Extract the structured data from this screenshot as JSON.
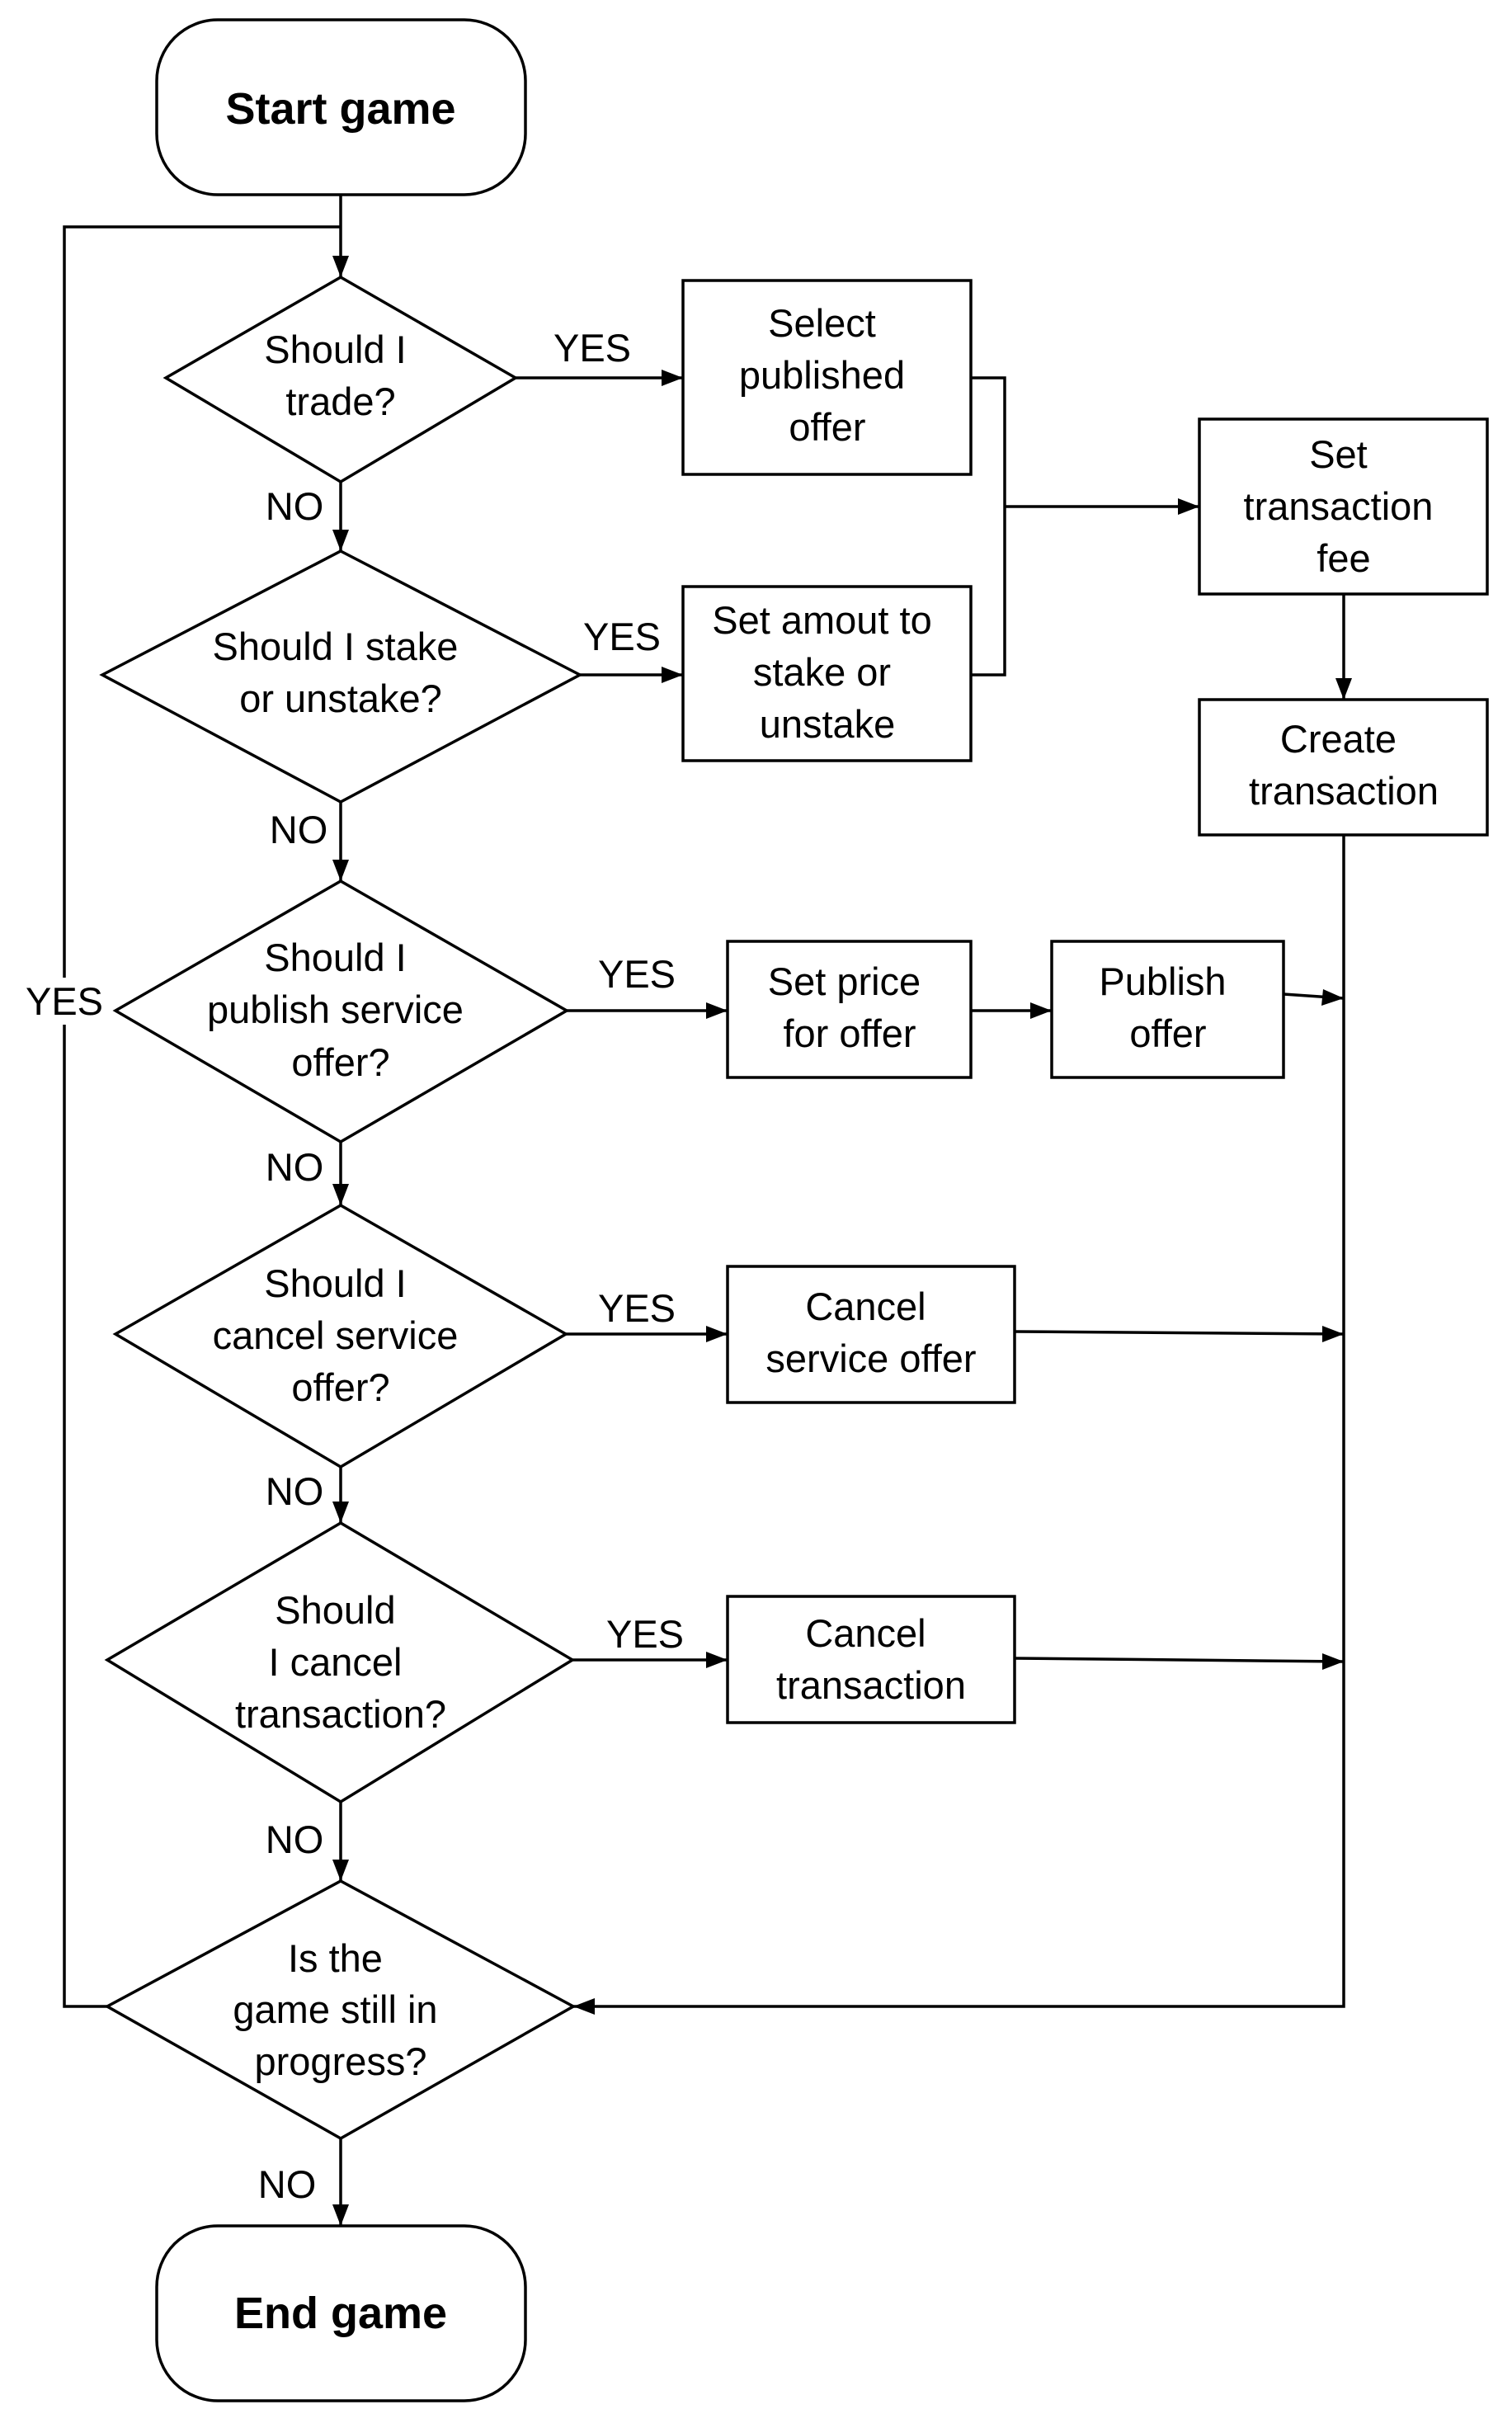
{
  "nodes": {
    "start": "Start game",
    "q_trade": [
      "Should I",
      "trade?"
    ],
    "q_stake": [
      "Should I stake",
      "or unstake?"
    ],
    "q_publish": [
      "Should I",
      "publish service",
      "offer?"
    ],
    "q_cancel_offer": [
      "Should I",
      "cancel service",
      "offer?"
    ],
    "q_cancel_tx": [
      "Should",
      "I cancel",
      "transaction?"
    ],
    "q_progress": [
      "Is the",
      "game still in",
      "progress?"
    ],
    "end": "End game",
    "select_offer": [
      "Select",
      "published",
      "offer"
    ],
    "set_amount": [
      "Set amout to",
      "stake or",
      "unstake"
    ],
    "set_fee": [
      "Set",
      "transaction",
      "fee"
    ],
    "create_tx": [
      "Create",
      "transaction"
    ],
    "set_price": [
      "Set price",
      "for offer"
    ],
    "publish_offer": [
      "Publish",
      "offer"
    ],
    "cancel_offer": [
      "Cancel",
      "service offer"
    ],
    "cancel_tx": [
      "Cancel",
      "transaction"
    ]
  },
  "edge_labels": {
    "trade_yes": "YES",
    "trade_no": "NO",
    "stake_yes": "YES",
    "stake_no": "NO",
    "publish_yes": "YES",
    "publish_no": "NO",
    "cancel_offer_yes": "YES",
    "cancel_offer_no": "NO",
    "cancel_tx_yes": "YES",
    "cancel_tx_no": "NO",
    "progress_yes": "YES",
    "progress_no": "NO"
  }
}
